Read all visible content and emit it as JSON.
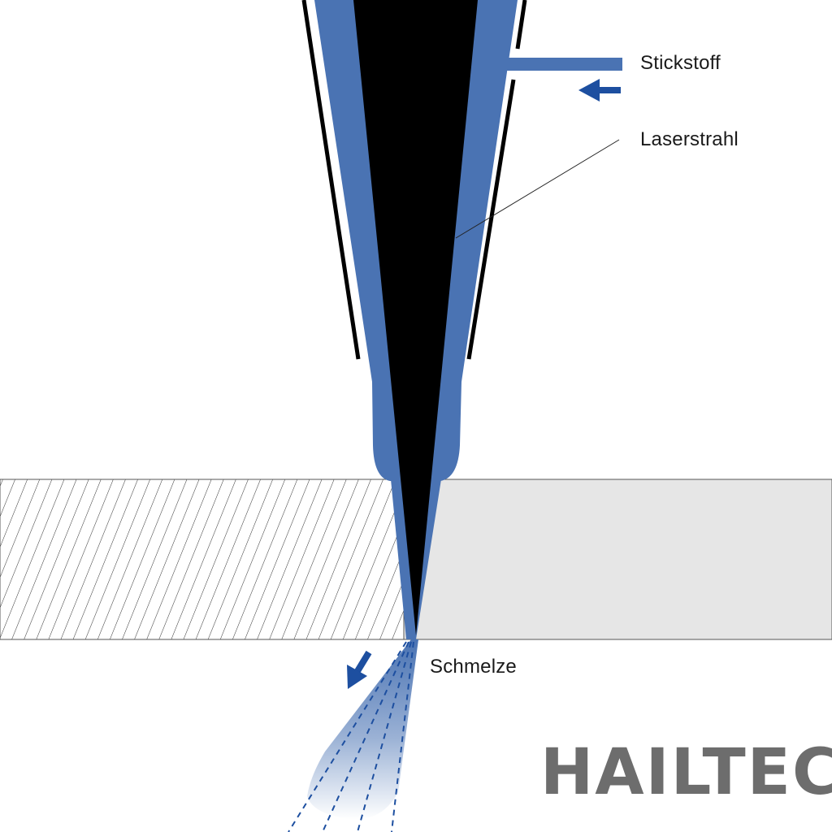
{
  "labels": {
    "gas": "Stickstoff",
    "beam": "Laserstrahl",
    "melt": "Schmelze"
  },
  "logo": {
    "text": "HAILTEC"
  },
  "colors": {
    "gas_blue": "#4a73b3",
    "arrow_blue": "#1d4fa0",
    "beam_black": "#000000",
    "nozzle_outline": "#000000",
    "workpiece_fill": "#e6e6e6",
    "hatch_line": "#333333",
    "logo_grey": "#6d6d6d"
  },
  "icons": {
    "gas_inflow_arrow": "arrow-left-icon",
    "melt_outflow_arrow": "arrow-down-left-icon"
  }
}
